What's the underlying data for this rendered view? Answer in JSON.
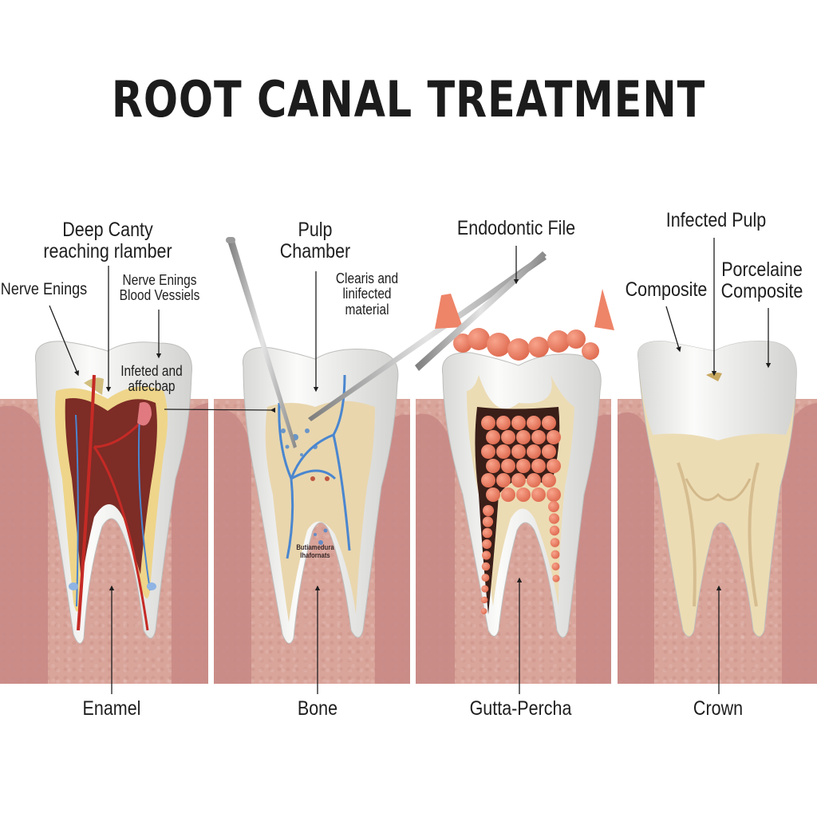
{
  "title": "ROOT CANAL TREATMENT",
  "panels": [
    {
      "id": "infected-tooth",
      "labels": {
        "deep_cavity": "Deep Canty\nreaching rlamber",
        "nerve_endings_left": "Nerve Enings",
        "nerve_blood": "Nerve Enings\nBlood Vessiels",
        "infected_affected": "Infeted and\naffecbap",
        "bottom": "Enamel"
      }
    },
    {
      "id": "cleaning-tooth",
      "labels": {
        "pulp_chamber": "Pulp\nChamber",
        "clearing": "Clearis and\nlinifected\nmaterial",
        "inner_garbled": "Butiamedura\nIhafornats",
        "bottom": "Bone"
      }
    },
    {
      "id": "filling-tooth",
      "labels": {
        "endodontic_file": "Endodontic File",
        "bottom": "Gutta-Percha"
      }
    },
    {
      "id": "crowned-tooth",
      "labels": {
        "infected_pulp": "Infected Pulp",
        "composite": "Composite",
        "porcelain_composite": "Porcelaine\nComposite",
        "bottom": "Crown"
      }
    }
  ],
  "colors": {
    "gum": "#d9a49a",
    "gum_edge": "#c07f7a",
    "enamel": "#f1f1ef",
    "dentin": "#ecdcb4",
    "pulp_infected": "#8e2f2a",
    "vessel_red": "#c52a25",
    "vessel_blue": "#4a86cf",
    "gutta_percha": "#ee8468",
    "text": "#1e1e1e"
  }
}
